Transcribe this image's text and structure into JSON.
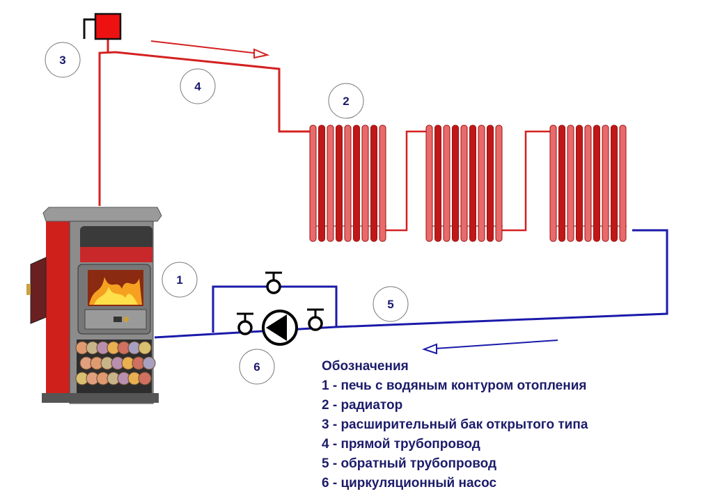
{
  "diagram": {
    "type": "heating-system-schematic",
    "colors": {
      "supply_pipe": "#d42020",
      "return_pipe": "#1a1aaa",
      "legend_text": "#1c1c6b",
      "radiator": "#d42020",
      "tank": "#ee1111"
    },
    "callouts": [
      {
        "id": "1",
        "label": "1"
      },
      {
        "id": "2",
        "label": "2"
      },
      {
        "id": "3",
        "label": "3"
      },
      {
        "id": "4",
        "label": "4"
      },
      {
        "id": "5",
        "label": "5"
      },
      {
        "id": "6",
        "label": "6"
      }
    ],
    "components": {
      "stove": "stove-with-water-circuit",
      "radiators_count": 3,
      "radiator_sections": 9,
      "expansion_tank": "open-expansion-tank",
      "pump": "circulation-pump",
      "valves_count": 3
    },
    "flow_arrows": {
      "supply_direction": "right",
      "return_direction": "left"
    }
  },
  "legend": {
    "title": "Обозначения",
    "items": [
      "1 - печь с водяным контуром отопления",
      "2 - радиатор",
      "3 - расширительный бак открытого типа",
      "4 - прямой трубопровод",
      "5 - обратный трубопровод",
      "6 - циркуляционный насос"
    ]
  }
}
